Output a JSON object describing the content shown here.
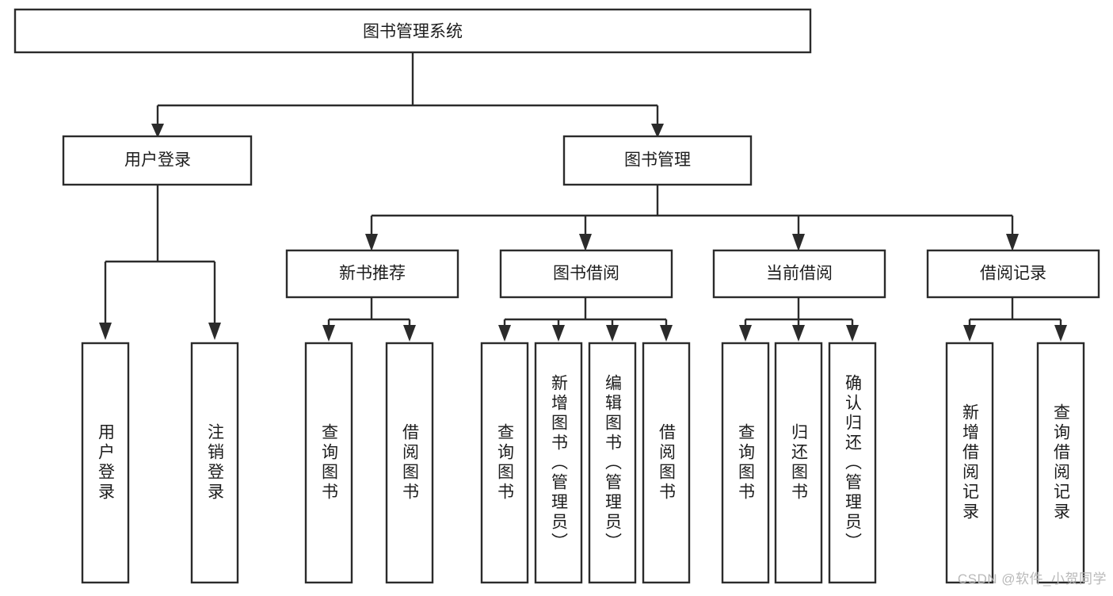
{
  "diagram": {
    "type": "hierarchy-tree",
    "title": "图书管理系统",
    "root": {
      "id": "root",
      "label": "图书管理系统",
      "orientation": "horizontal"
    },
    "level1": [
      {
        "id": "user-login",
        "label": "用户登录",
        "orientation": "horizontal"
      },
      {
        "id": "book-management",
        "label": "图书管理",
        "orientation": "horizontal"
      }
    ],
    "level2": [
      {
        "id": "new-book-recommend",
        "label": "新书推荐",
        "orientation": "horizontal",
        "parent": "book-management"
      },
      {
        "id": "book-borrow",
        "label": "图书借阅",
        "orientation": "horizontal",
        "parent": "book-management"
      },
      {
        "id": "current-borrow",
        "label": "当前借阅",
        "orientation": "horizontal",
        "parent": "book-management"
      },
      {
        "id": "borrow-record",
        "label": "借阅记录",
        "orientation": "horizontal",
        "parent": "book-management"
      }
    ],
    "leaves": [
      {
        "id": "leaf-user-login",
        "label": "用户登录",
        "orientation": "vertical",
        "parent": "user-login"
      },
      {
        "id": "leaf-logout",
        "label": "注销登录",
        "orientation": "vertical",
        "parent": "user-login"
      },
      {
        "id": "leaf-query-book-1",
        "label": "查询图书",
        "orientation": "vertical",
        "parent": "new-book-recommend"
      },
      {
        "id": "leaf-borrow-book-1",
        "label": "借阅图书",
        "orientation": "vertical",
        "parent": "new-book-recommend"
      },
      {
        "id": "leaf-query-book-2",
        "label": "查询图书",
        "orientation": "vertical",
        "parent": "book-borrow"
      },
      {
        "id": "leaf-add-book",
        "label": "新增图书（管理员）",
        "orientation": "vertical",
        "parent": "book-borrow"
      },
      {
        "id": "leaf-edit-book",
        "label": "编辑图书（管理员）",
        "orientation": "vertical",
        "parent": "book-borrow"
      },
      {
        "id": "leaf-borrow-book-2",
        "label": "借阅图书",
        "orientation": "vertical",
        "parent": "book-borrow"
      },
      {
        "id": "leaf-query-book-3",
        "label": "查询图书",
        "orientation": "vertical",
        "parent": "current-borrow"
      },
      {
        "id": "leaf-return-book",
        "label": "归还图书",
        "orientation": "vertical",
        "parent": "current-borrow"
      },
      {
        "id": "leaf-confirm-return",
        "label": "确认归还（管理员）",
        "orientation": "vertical",
        "parent": "current-borrow"
      },
      {
        "id": "leaf-add-record",
        "label": "新增借阅记录",
        "orientation": "vertical",
        "parent": "borrow-record"
      },
      {
        "id": "leaf-query-record",
        "label": "查询借阅记录",
        "orientation": "vertical",
        "parent": "borrow-record"
      }
    ]
  },
  "watermark": {
    "text": "CSDN @软件_小贺同学",
    "color": "#b9b9b9"
  },
  "style": {
    "box_stroke": "#2b2b2b",
    "box_fill": "#ffffff",
    "connector_color": "#2b2b2b",
    "text_color": "#1d1d1d",
    "background": "#ffffff"
  }
}
